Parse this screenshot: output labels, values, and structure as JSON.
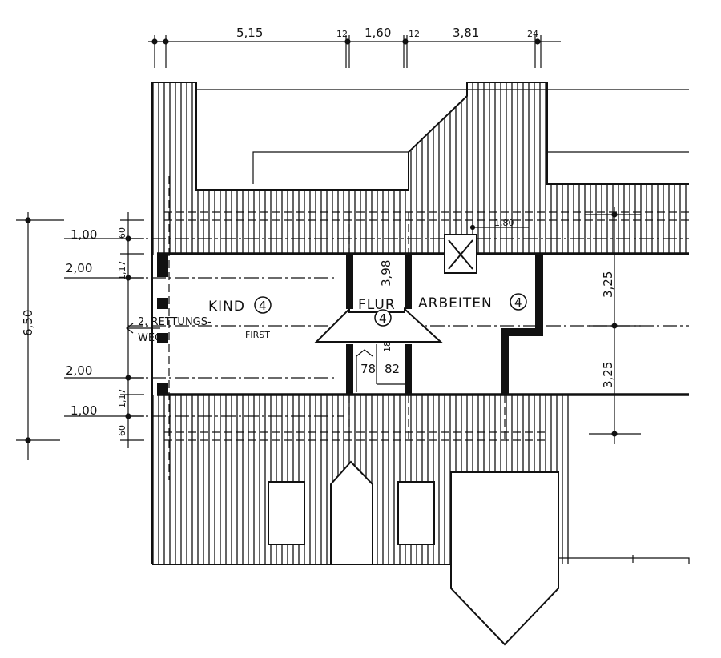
{
  "top_dimensions": {
    "d1": "5,15",
    "d2": "12",
    "d3": "1,60",
    "d4": "12",
    "d5": "3,81",
    "d6": "24"
  },
  "left_dimensions": {
    "total": "6,50",
    "upper_outer": "1,00",
    "upper_small": "60",
    "upper_inner": "2,00",
    "upper_knee": "1,17",
    "lower_inner": "2,00",
    "lower_knee": "1,17",
    "lower_outer": "1,00",
    "lower_small": "60"
  },
  "right_dimensions": {
    "upper": "3,25",
    "lower": "3,25"
  },
  "rooms": {
    "kind": {
      "name": "KIND",
      "number": "4"
    },
    "flur": {
      "name": "FLUR",
      "number": "4"
    },
    "arbeiten": {
      "name": "ARBEITEN",
      "number": "4"
    }
  },
  "annotations": {
    "escape_line1": "2. RETTUNGS-",
    "escape_line2": "WEG",
    "ridge": "FIRST",
    "stair_height": "3,98",
    "stair_18": "18",
    "stair_78": "78",
    "stair_82": "82",
    "height_marker": "1,80"
  }
}
